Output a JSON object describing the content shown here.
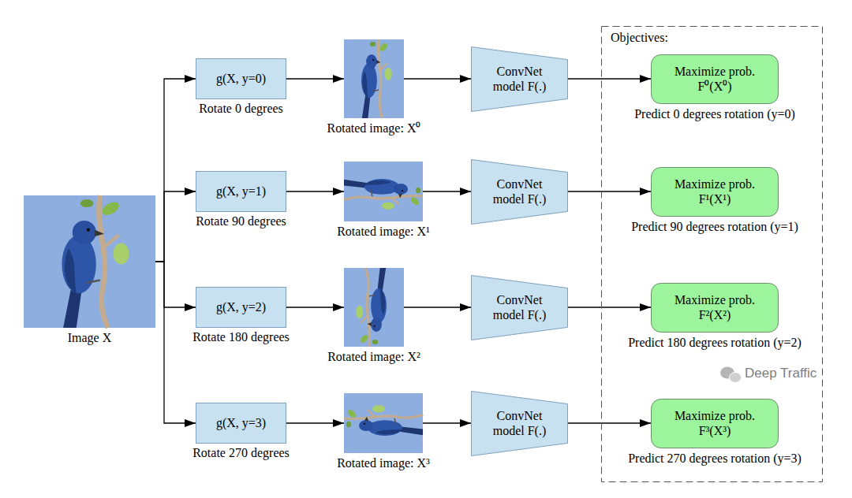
{
  "diagram": {
    "nodes": [
      {
        "text": [
          "Image X"
        ]
      },
      {
        "text": [
          "g(X, y=0)",
          "Rotate 0 degrees"
        ]
      },
      {
        "text": [
          "g(X, y=1)",
          "Rotate 90 degrees"
        ]
      },
      {
        "text": [
          "g(X, y=2)",
          "Rotate 180 degrees"
        ]
      },
      {
        "text": [
          "g(X, y=3)",
          "Rotate 270 degrees"
        ]
      },
      {
        "text": [
          "Rotated image: X⁰"
        ]
      },
      {
        "text": [
          "Rotated image: X¹"
        ]
      },
      {
        "text": [
          "Rotated image: X²"
        ]
      },
      {
        "text": [
          "Rotated image: X³"
        ]
      },
      {
        "text": [
          "ConvNet model F(.)"
        ]
      },
      {
        "text": [
          "ConvNet model F(.)"
        ]
      },
      {
        "text": [
          "ConvNet model F(.)"
        ]
      },
      {
        "text": [
          "ConvNet model F(.)"
        ]
      },
      {
        "text": [
          "Objectives:"
        ]
      },
      {
        "text": [
          "Maximize prob. F⁰(X⁰)",
          "Predict 0 degrees rotation (y=0)"
        ],
        "in": 13
      },
      {
        "text": [
          "Maximize prob. F¹(X¹)",
          "Predict 90 degrees rotation (y=1)"
        ],
        "in": 13
      },
      {
        "text": [
          "Maximize prob. F²(X²)",
          "Predict 180 degrees rotation (y=2)"
        ],
        "in": 13
      },
      {
        "text": [
          "Maximize prob. F³(X³)",
          "Predict 270 degrees rotation (y=3)"
        ],
        "in": 13
      }
    ],
    "edges": [
      {
        "from": 0,
        "to": 1,
        "arrow": "to"
      },
      {
        "from": 0,
        "to": 2,
        "arrow": "to"
      },
      {
        "from": 0,
        "to": 3,
        "arrow": "to"
      },
      {
        "from": 0,
        "to": 4,
        "arrow": "to"
      },
      {
        "from": 1,
        "to": 5,
        "arrow": "to"
      },
      {
        "from": 2,
        "to": 6,
        "arrow": "to"
      },
      {
        "from": 3,
        "to": 7,
        "arrow": "to"
      },
      {
        "from": 4,
        "to": 8,
        "arrow": "to"
      },
      {
        "from": 5,
        "to": 9,
        "arrow": "to"
      },
      {
        "from": 6,
        "to": 10,
        "arrow": "to"
      },
      {
        "from": 7,
        "to": 11,
        "arrow": "to"
      },
      {
        "from": 8,
        "to": 12,
        "arrow": "to"
      },
      {
        "from": 9,
        "to": 14,
        "arrow": "to"
      },
      {
        "from": 10,
        "to": 15,
        "arrow": "to"
      },
      {
        "from": 11,
        "to": 16,
        "arrow": "to"
      },
      {
        "from": 12,
        "to": 17,
        "arrow": "to"
      }
    ],
    "labels": [
      "Deep Traffic"
    ]
  }
}
